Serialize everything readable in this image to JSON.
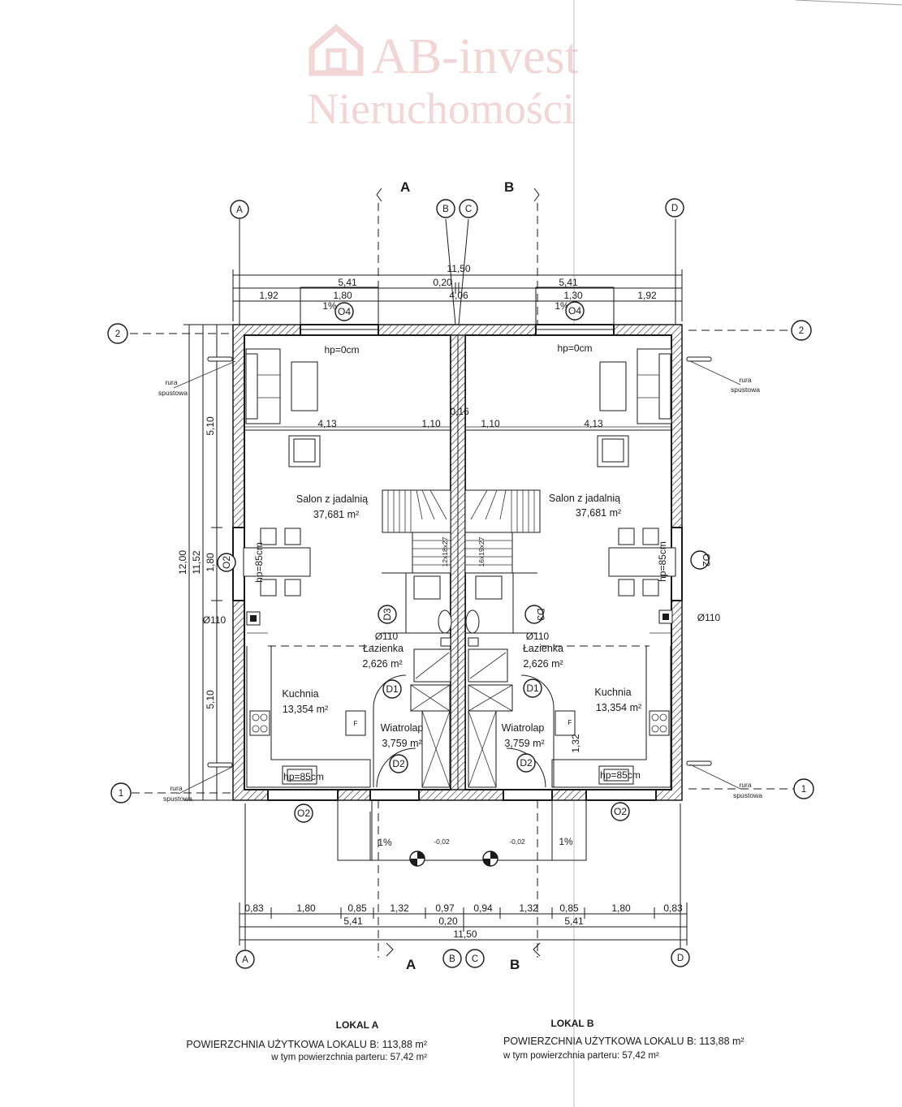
{
  "watermark": {
    "line1": "AB-invest",
    "line2": "Nieruchomości",
    "color": "#f2d6d6"
  },
  "sections": {
    "a": "A",
    "b": "B"
  },
  "axes": {
    "a": "A",
    "b": "B",
    "c": "C",
    "d": "D",
    "row1": "1",
    "row2": "2"
  },
  "dims_top": {
    "total": "11,50",
    "left": "5,41",
    "mid": "0,20",
    "right": "5,41",
    "w1": "1,92",
    "w2": "1,80",
    "center": "4,06",
    "w3": "1,30",
    "w4": "1,92"
  },
  "dims_bottom": [
    "0,83",
    "1,80",
    "0,85",
    "1,32",
    "0,97",
    "0,94",
    "1,32",
    "0,85",
    "1,80",
    "0,83"
  ],
  "dims_bottom2": {
    "left": "5,41",
    "mid": "0,20",
    "right": "5,41",
    "total": "11,50"
  },
  "dims_left": {
    "total": "12,00",
    "inner": "11,52",
    "upper": "5,10",
    "mid": "1,80",
    "lower": "5,10"
  },
  "dims_inner": {
    "l413": "4,13",
    "l110": "1,10",
    "r110": "1,10",
    "r413": "4,13",
    "d016": "0,16",
    "d132": "1,32"
  },
  "windows": {
    "o4": "O4",
    "o2": "O2",
    "d1": "D1",
    "d2": "D2",
    "d3": "D3"
  },
  "labels": {
    "hp0": "hp=0cm",
    "hp85": "hp=85cm",
    "pipe": "Ø110",
    "pct1": "1%",
    "slope": "-0,02",
    "rura": "rura",
    "spustowa": "spustowa",
    "stairs_left": "12x18x27",
    "stairs_right": "16x19x27",
    "fridge": "F"
  },
  "rooms": {
    "salon": "Salon z jadalnią",
    "salon_area": "37,681 m²",
    "lazienka": "Łazienka",
    "lazienka_area": "2,626 m²",
    "kuchnia": "Kuchnia",
    "kuchnia_area": "13,354 m²",
    "wiatrolap": "Wiatrolap",
    "wiatrolap_area": "3,759 m²"
  },
  "footer": {
    "lokal_a": "LOKAL A",
    "lokal_b": "LOKAL B",
    "area_text": "POWIERZCHNIA UŻYTKOWA LOKALU B: 113,88 m²",
    "parter_text": "w tym powierzchnia parteru: 57,42 m²"
  }
}
